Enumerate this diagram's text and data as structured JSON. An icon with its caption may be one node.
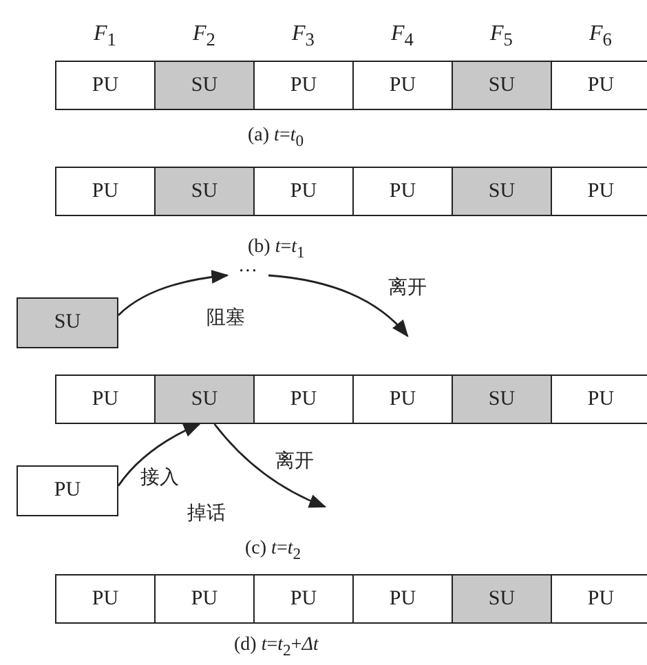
{
  "diagram": {
    "nodes": [
      {
        "text": [
          "PU"
        ]
      },
      {
        "text": [
          "SU"
        ]
      },
      {
        "text": [
          "PU"
        ]
      },
      {
        "text": [
          "PU"
        ]
      },
      {
        "text": [
          "SU"
        ]
      },
      {
        "text": [
          "PU"
        ]
      },
      {
        "text": [
          "PU"
        ]
      },
      {
        "text": [
          "SU"
        ]
      },
      {
        "text": [
          "PU"
        ]
      },
      {
        "text": [
          "PU"
        ]
      },
      {
        "text": [
          "SU"
        ]
      },
      {
        "text": [
          "PU"
        ]
      },
      {
        "text": [
          "SU"
        ]
      },
      {
        "text": [
          "···"
        ]
      },
      {
        "text": [
          "PU"
        ]
      },
      {
        "text": [
          "SU"
        ]
      },
      {
        "text": [
          "PU"
        ]
      },
      {
        "text": [
          "PU"
        ]
      },
      {
        "text": [
          "SU"
        ]
      },
      {
        "text": [
          "PU"
        ]
      },
      {
        "text": [
          "PU"
        ]
      },
      {
        "text": [
          "PU"
        ]
      },
      {
        "text": [
          "PU"
        ]
      },
      {
        "text": [
          "PU"
        ]
      },
      {
        "text": [
          "PU"
        ]
      },
      {
        "text": [
          "SU"
        ]
      },
      {
        "text": [
          "PU"
        ]
      }
    ],
    "edges": [
      {
        "from": 12,
        "to": 13,
        "arrow": "to"
      },
      {
        "from": 13,
        "to": null,
        "arrow": "to",
        "label": "离开"
      },
      {
        "from": 20,
        "to": 15,
        "arrow": "to",
        "label": "接入"
      },
      {
        "from": 15,
        "to": null,
        "arrow": "to",
        "label": "离开"
      }
    ],
    "labels": [
      "*F*$_{1}$",
      "*F*$_{2}$",
      "*F*$_{3}$",
      "*F*$_{4}$",
      "*F*$_{5}$",
      "*F*$_{6}$",
      "(a) *t*=*t*$_{0}$",
      "(b) *t*=*t*$_{1}$",
      "阻塞",
      "掉话",
      "(c) *t*=*t*$_{2}$",
      "(d) *t*=*t*$_{2}$+*Δt*"
    ]
  }
}
